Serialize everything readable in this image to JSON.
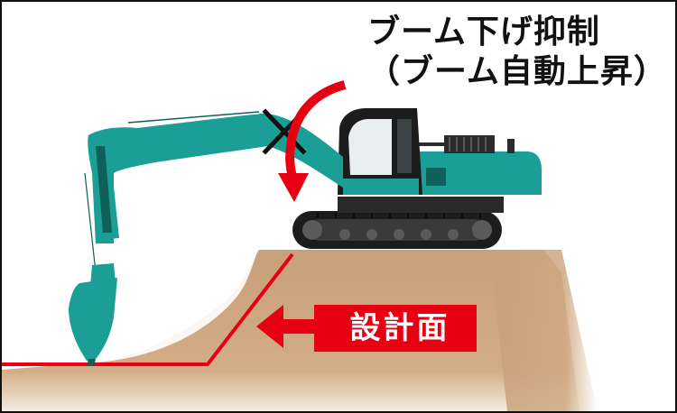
{
  "caption": {
    "line1": "ブーム下げ抑制",
    "line2": "（ブーム自動上昇）"
  },
  "surface_label": "設計面",
  "colors": {
    "excavator_body": "#1a9e96",
    "excavator_dark": "#0f5f5a",
    "track": "#1c1c1c",
    "cab_glass": "#2b2b2b",
    "soil": "#c8a07a",
    "arrow_red": "#e60012",
    "cross_mark": "#111111"
  },
  "icons": [
    "cross-mark-icon",
    "down-arrow-icon",
    "left-arrow-icon"
  ]
}
